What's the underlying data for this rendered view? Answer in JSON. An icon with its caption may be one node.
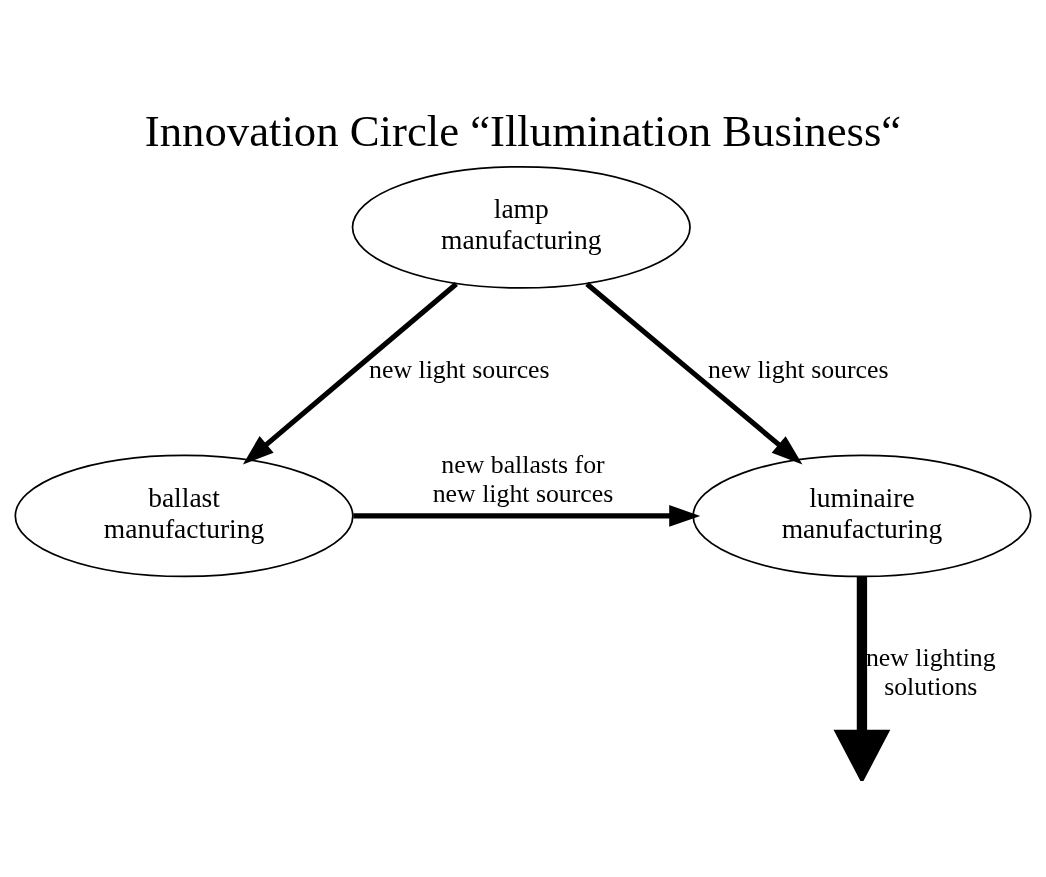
{
  "diagram": {
    "title": "Innovation Circle “Illumination Business“",
    "nodes": [
      {
        "text": [
          "lamp manufacturing"
        ]
      },
      {
        "text": [
          "luminaire manufacturing"
        ]
      },
      {
        "text": [
          "ballast manufacturing"
        ]
      }
    ],
    "edges": [
      {
        "from": 0,
        "to": 1,
        "arrow": "to",
        "label": "new light sources"
      },
      {
        "from": 0,
        "to": 2,
        "arrow": "to",
        "label": "new light sources"
      },
      {
        "from": 2,
        "to": 1,
        "arrow": "to",
        "label": "new ballasts for new light sources"
      },
      {
        "from": 1,
        "to": null,
        "arrow": "to",
        "label": "new lighting solutions",
        "style": "thick"
      }
    ]
  }
}
